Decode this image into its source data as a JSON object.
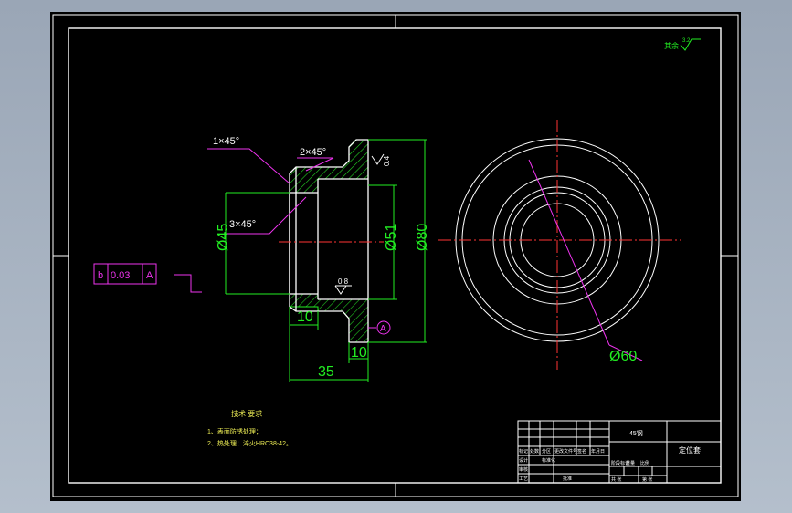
{
  "colors": {
    "background": "#000000",
    "outline": "#ffffff",
    "dimension": "#22ee22",
    "centerline": "#ff3333",
    "leader": "#ee33ee",
    "hatch": "#22cc22",
    "notes": "#eeee55"
  },
  "roughness": {
    "label": "其余",
    "value": "3.2"
  },
  "chamfers": {
    "c1": "1×45°",
    "c2": "2×45°",
    "c3": "3×45°"
  },
  "surface_roughness": {
    "top": "0.4",
    "bore": "0.8"
  },
  "dimensions": {
    "d45": "Ø45",
    "d51": "Ø51",
    "d80": "Ø80",
    "d60": "Ø60",
    "len10a": "10",
    "len10b": "10",
    "len35": "35"
  },
  "datum": {
    "label": "A"
  },
  "tolerance_frame": {
    "symbol": "b",
    "value": "0.03",
    "datum": "A"
  },
  "tech_notes": {
    "title": "技术 要求",
    "items": [
      "1、表面防锈处理；",
      "2、热处理：淬火HRC38-42。"
    ]
  },
  "title_block": {
    "material": "45钢",
    "part_name": "定位套",
    "rows": [
      [
        "标记",
        "处数",
        "分区",
        "更改文件号",
        "签名",
        "年月日"
      ],
      [
        "设计",
        "",
        "标准化",
        "",
        "",
        ""
      ],
      [
        "审核",
        "",
        "",
        "",
        "",
        ""
      ],
      [
        "工艺",
        "",
        "批准",
        "",
        "",
        ""
      ]
    ],
    "stage_label": "阶段标记",
    "scale_label": "重量",
    "sheet_label": "比例",
    "sheets": "共 张",
    "sheet_no": "第 张"
  }
}
